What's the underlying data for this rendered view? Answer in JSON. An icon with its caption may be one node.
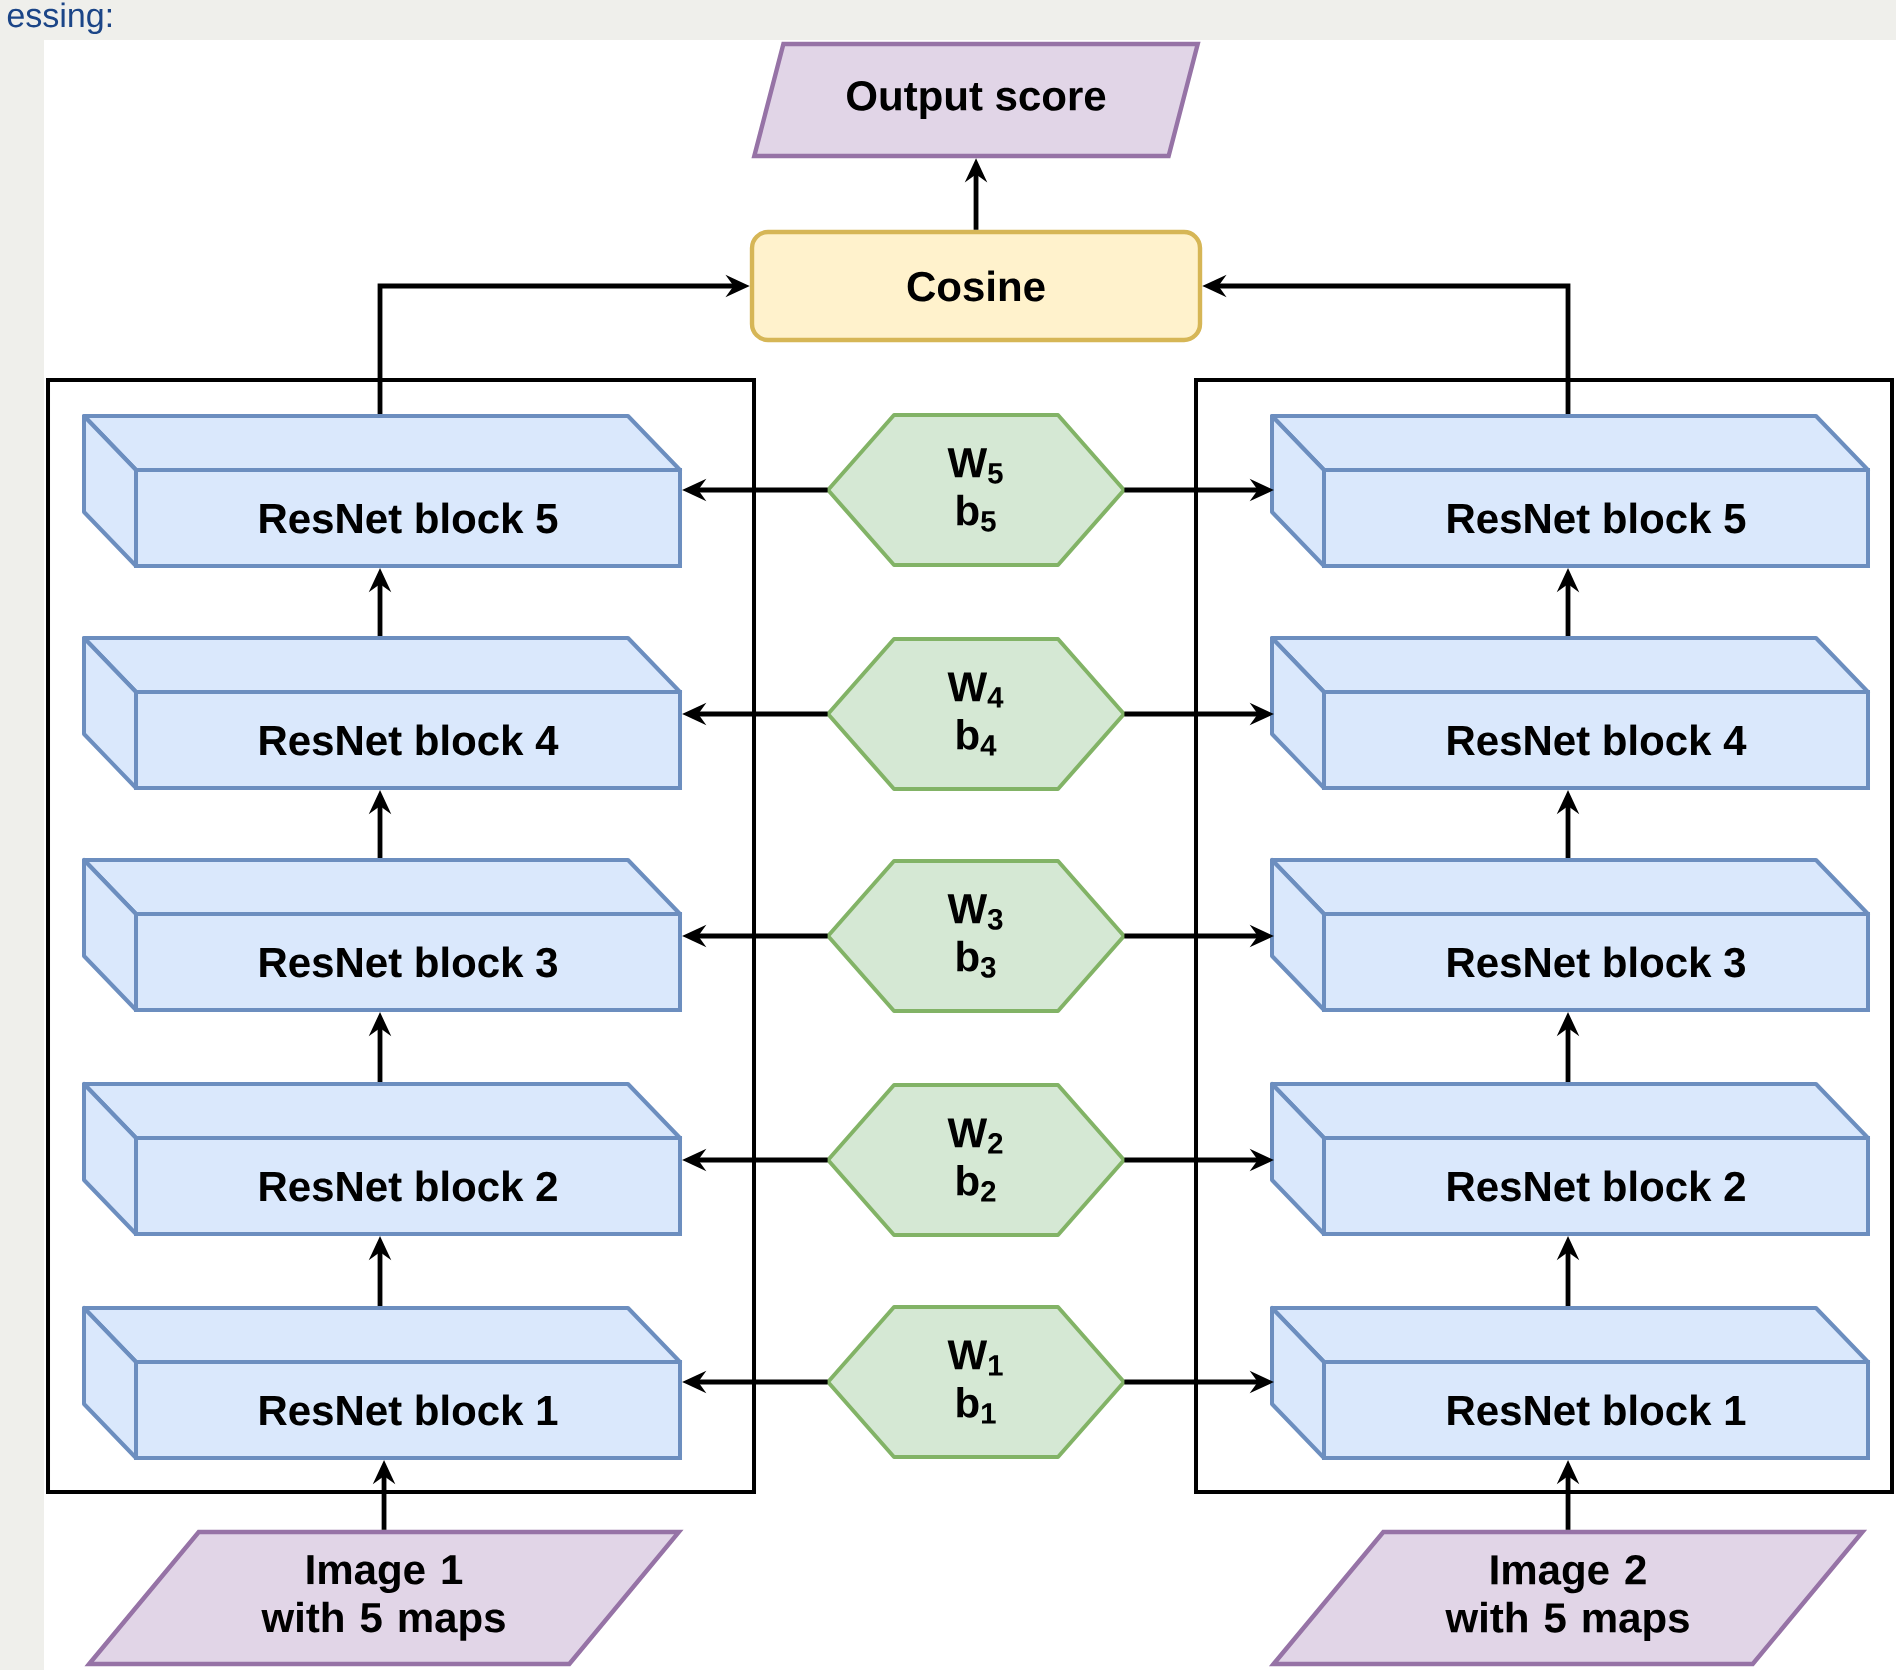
{
  "diagram": {
    "nodes": [
      {
        "text": [
          "Output score"
        ]
      },
      {
        "text": [
          "Cosine"
        ]
      },
      {
        "text": [],
        "shape": "box"
      },
      {
        "text": [
          "ResNet block 5"
        ],
        "in": 2
      },
      {
        "text": [
          "ResNet block 4"
        ],
        "in": 2
      },
      {
        "text": [
          "ResNet block 3"
        ],
        "in": 2
      },
      {
        "text": [
          "ResNet block 2"
        ],
        "in": 2
      },
      {
        "text": [
          "ResNet block 1"
        ],
        "in": 2
      },
      {
        "text": [
          "W$_{5}$ b$_{5}$"
        ]
      },
      {
        "text": [
          "W$_{4}$ b$_{4}$"
        ]
      },
      {
        "text": [
          "W$_{3}$ b$_{3}$"
        ]
      },
      {
        "text": [
          "W$_{2}$ b$_{2}$"
        ]
      },
      {
        "text": [
          "W$_{1}$ b$_{1}$"
        ]
      },
      {
        "text": [],
        "shape": "box"
      },
      {
        "text": [
          "ResNet block 5"
        ],
        "in": 13
      },
      {
        "text": [
          "ResNet block 4"
        ],
        "in": 13
      },
      {
        "text": [
          "ResNet block 3"
        ],
        "in": 13
      },
      {
        "text": [
          "ResNet block 2"
        ],
        "in": 13
      },
      {
        "text": [
          "ResNet block 1"
        ],
        "in": 13
      },
      {
        "text": [
          "Image 1 with 5 maps"
        ]
      },
      {
        "text": [
          "Image 2 with 5 maps"
        ]
      }
    ],
    "edges": [
      {
        "from": 1,
        "to": 0,
        "arrow": "to"
      },
      {
        "from": 3,
        "to": 1,
        "arrow": "to"
      },
      {
        "from": 14,
        "to": 1,
        "arrow": "to"
      },
      {
        "from": 7,
        "to": 6,
        "arrow": "to"
      },
      {
        "from": 6,
        "to": 5,
        "arrow": "to"
      },
      {
        "from": 5,
        "to": 4,
        "arrow": "to"
      },
      {
        "from": 4,
        "to": 3,
        "arrow": "to"
      },
      {
        "from": 18,
        "to": 17,
        "arrow": "to"
      },
      {
        "from": 17,
        "to": 16,
        "arrow": "to"
      },
      {
        "from": 16,
        "to": 15,
        "arrow": "to"
      },
      {
        "from": 15,
        "to": 14,
        "arrow": "to"
      },
      {
        "from": 8,
        "to": 3,
        "arrow": "to"
      },
      {
        "from": 8,
        "to": 14,
        "arrow": "to"
      },
      {
        "from": 9,
        "to": 4,
        "arrow": "to"
      },
      {
        "from": 9,
        "to": 15,
        "arrow": "to"
      },
      {
        "from": 10,
        "to": 5,
        "arrow": "to"
      },
      {
        "from": 10,
        "to": 16,
        "arrow": "to"
      },
      {
        "from": 11,
        "to": 6,
        "arrow": "to"
      },
      {
        "from": 11,
        "to": 17,
        "arrow": "to"
      },
      {
        "from": 12,
        "to": 7,
        "arrow": "to"
      },
      {
        "from": 12,
        "to": 18,
        "arrow": "to"
      },
      {
        "from": 19,
        "to": 7,
        "arrow": "to"
      },
      {
        "from": 20,
        "to": 18,
        "arrow": "to"
      }
    ],
    "labels": [
      "essing:"
    ]
  }
}
